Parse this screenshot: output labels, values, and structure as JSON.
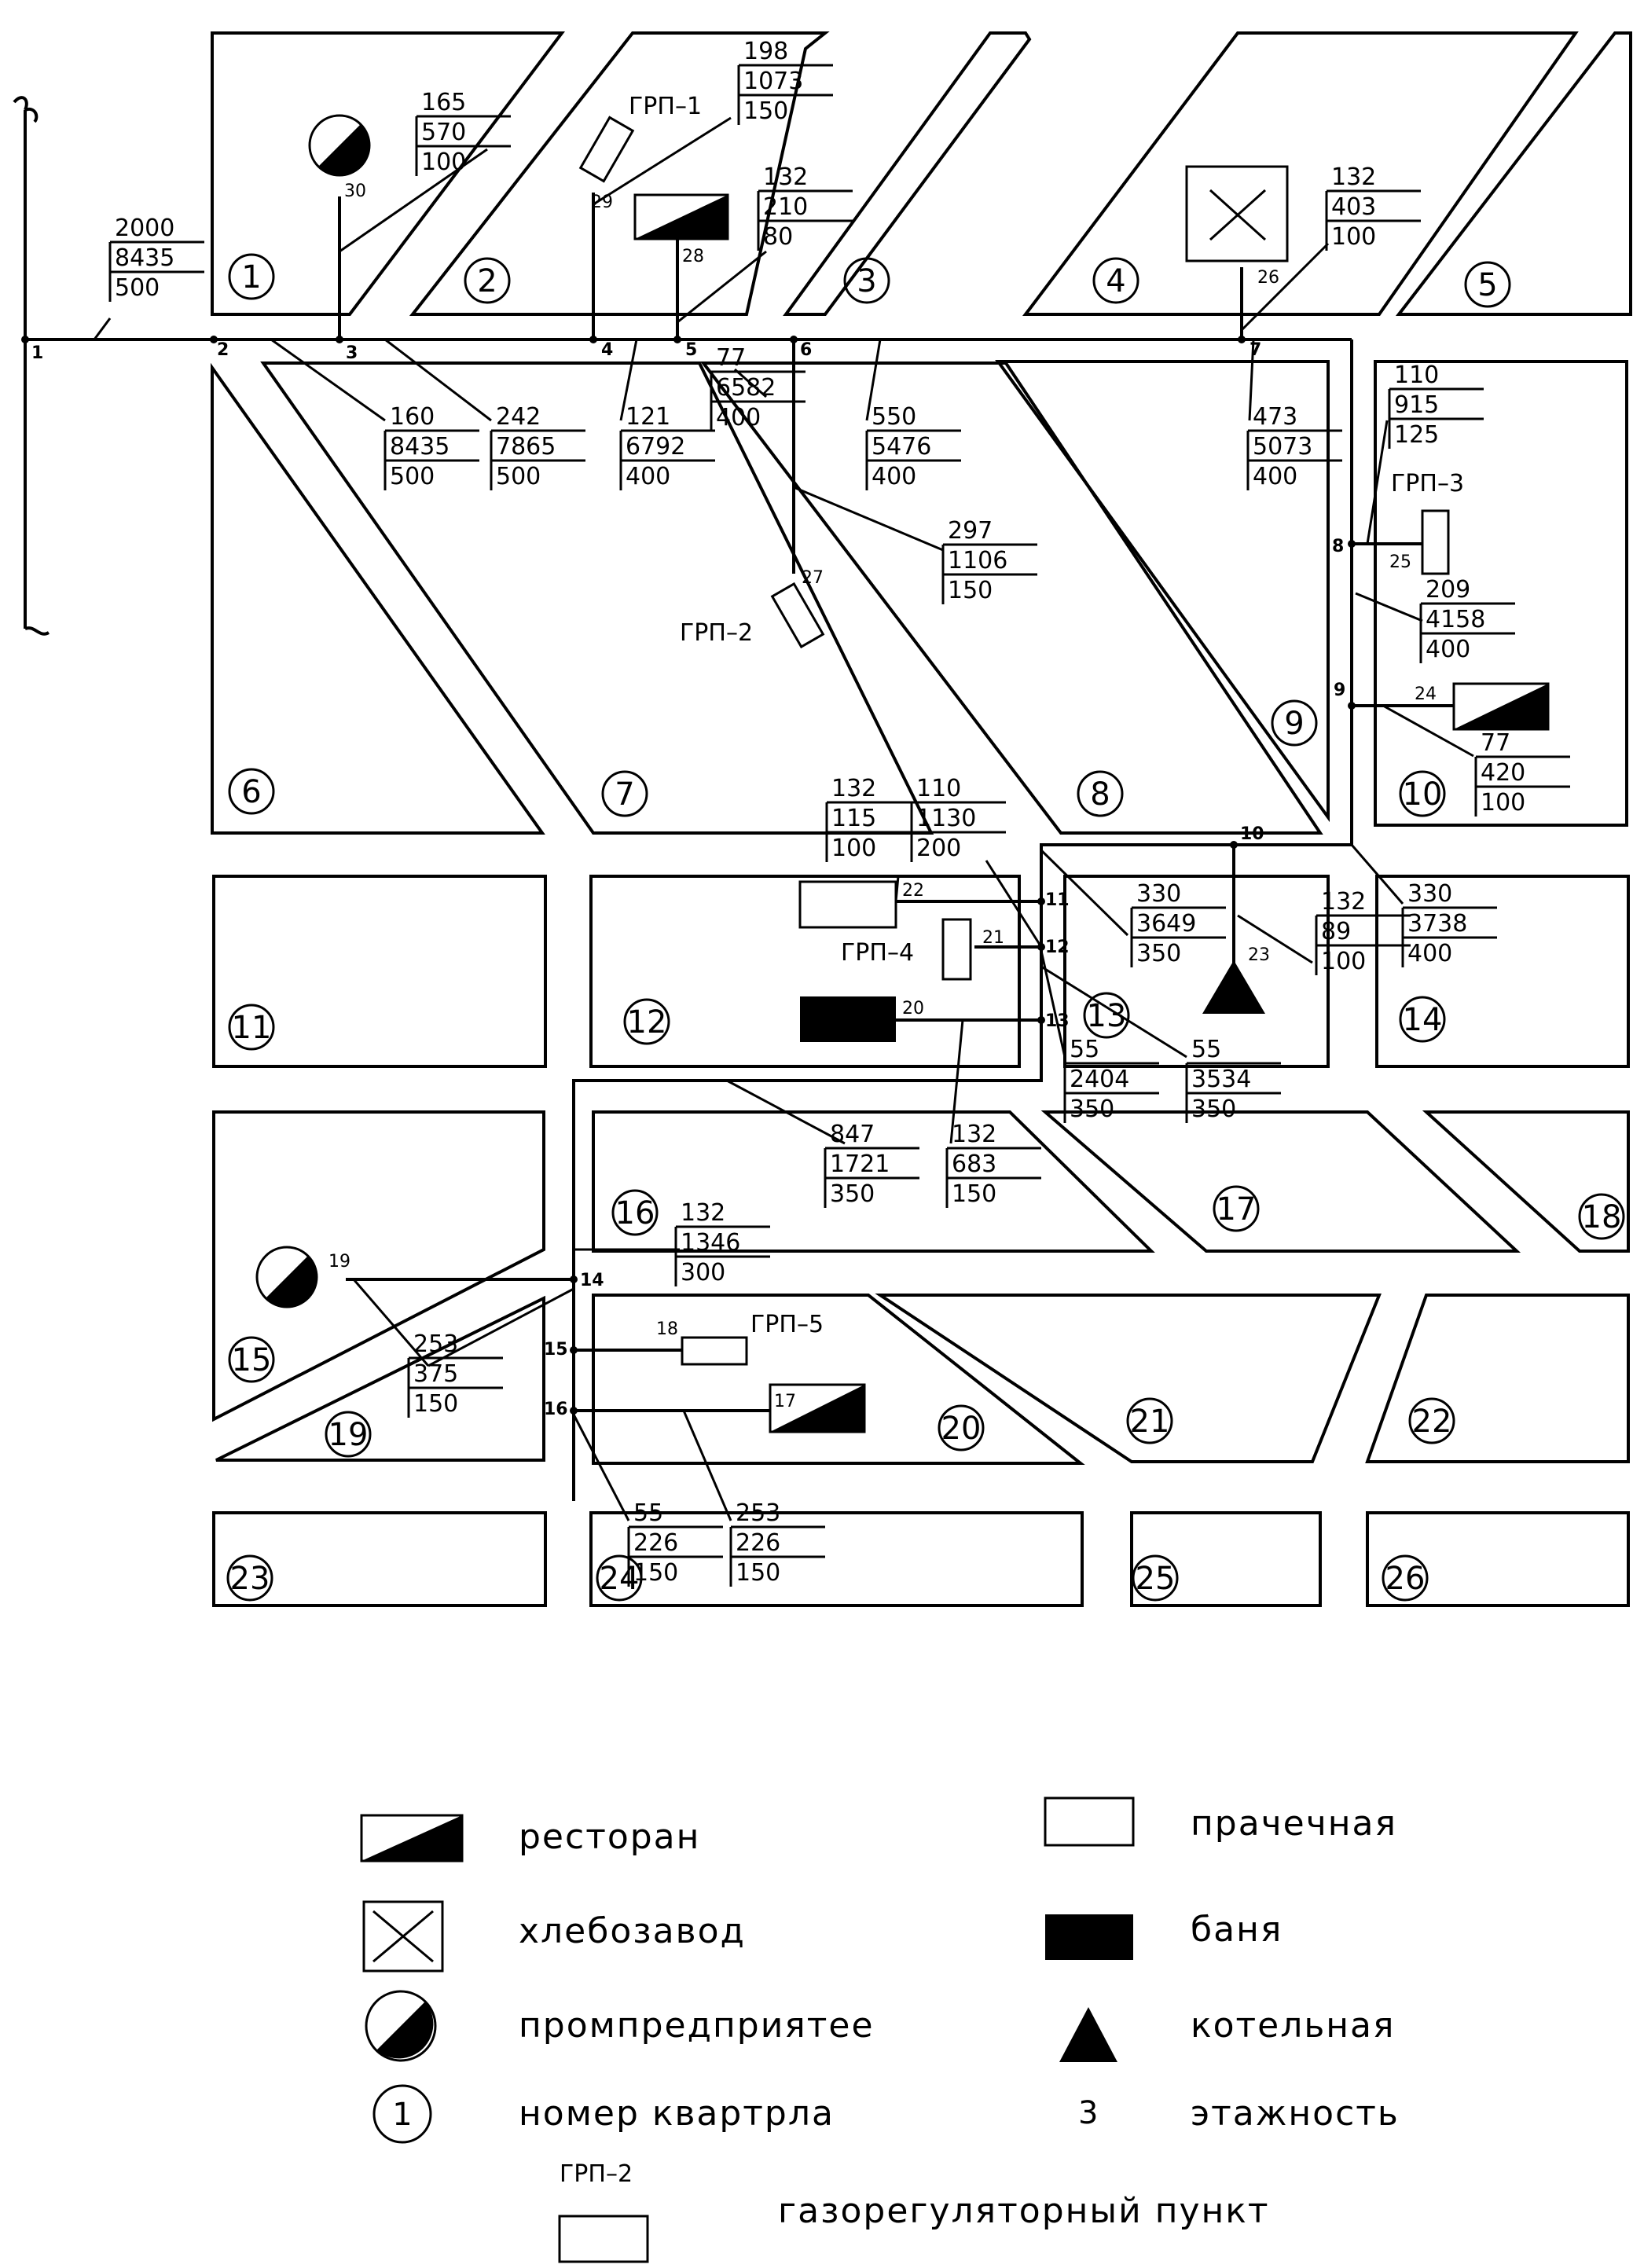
{
  "plan": {
    "quarters": [
      "1",
      "2",
      "3",
      "4",
      "5",
      "6",
      "7",
      "8",
      "9",
      "10",
      "11",
      "12",
      "13",
      "14",
      "15",
      "16",
      "17",
      "18",
      "19",
      "20",
      "21",
      "22",
      "23",
      "24",
      "25",
      "26"
    ],
    "node_labels": [
      "1",
      "2",
      "3",
      "4",
      "5",
      "6",
      "7",
      "8",
      "9",
      "10",
      "11",
      "12",
      "13",
      "14",
      "15",
      "16"
    ],
    "building_numbers": [
      "17",
      "18",
      "19",
      "20",
      "21",
      "22",
      "23",
      "24",
      "25",
      "26",
      "27",
      "28",
      "29",
      "30"
    ],
    "grp_labels": [
      "ГРП–1",
      "ГРП–2",
      "ГРП–3",
      "ГРП–4",
      "ГРП–5"
    ],
    "pipe_tags": [
      [
        "2000",
        "8435",
        "500"
      ],
      [
        "165",
        "570",
        "100"
      ],
      [
        "198",
        "1073",
        "150"
      ],
      [
        "132",
        "210",
        "80"
      ],
      [
        "132",
        "403",
        "100"
      ],
      [
        "160",
        "8435",
        "500"
      ],
      [
        "242",
        "7865",
        "500"
      ],
      [
        "121",
        "6792",
        "400"
      ],
      [
        "77",
        "6582",
        "400"
      ],
      [
        "550",
        "5476",
        "400"
      ],
      [
        "473",
        "5073",
        "400"
      ],
      [
        "110",
        "915",
        "125"
      ],
      [
        "297",
        "1106",
        "150"
      ],
      [
        "209",
        "4158",
        "400"
      ],
      [
        "77",
        "420",
        "100"
      ],
      [
        "132",
        "115",
        "100"
      ],
      [
        "110",
        "1130",
        "200"
      ],
      [
        "330",
        "3649",
        "350"
      ],
      [
        "330",
        "3738",
        "400"
      ],
      [
        "132",
        "89",
        "100"
      ],
      [
        "55",
        "2404",
        "350"
      ],
      [
        "55",
        "3534",
        "350"
      ],
      [
        "847",
        "1721",
        "350"
      ],
      [
        "132",
        "683",
        "150"
      ],
      [
        "132",
        "1346",
        "300"
      ],
      [
        "253",
        "375",
        "150"
      ],
      [
        "55",
        "226",
        "150"
      ],
      [
        "253",
        "226",
        "150"
      ]
    ]
  },
  "legend": {
    "restaurant": "ресторан",
    "bakery": "хлебозавод",
    "industrial": "промпредприятее",
    "quarter_number": "номер квартрла",
    "quarter_sample": "1",
    "laundry": "прачечная",
    "bathhouse": "баня",
    "boiler": "котельная",
    "floors": "этажность",
    "floors_sample": "3",
    "grp_sample": "ГРП–2",
    "grp_desc": "газорегуляторный пункт"
  }
}
